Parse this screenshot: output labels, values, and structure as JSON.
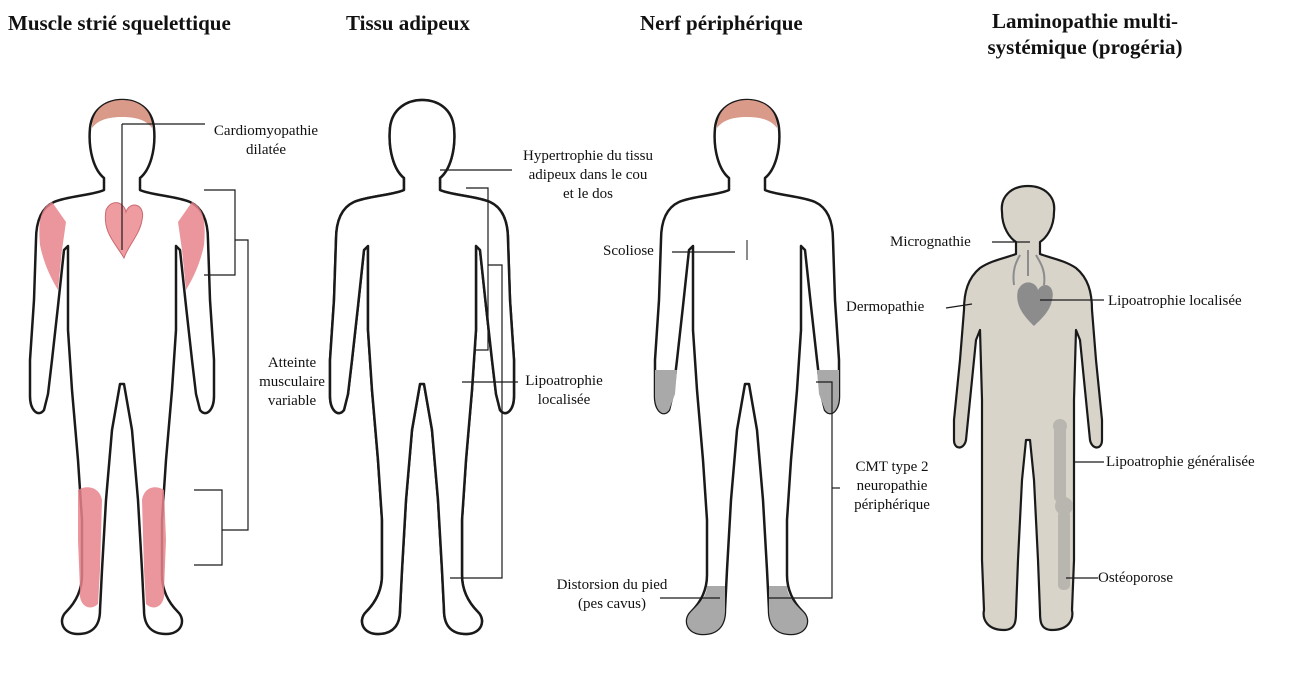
{
  "colors": {
    "skin": "#d99a8a",
    "muscle": "#e8848c",
    "fat": "#d6d4cb",
    "nerve": "#a9a9a9",
    "progeria_body": "#d8d4ca",
    "progeria_dark": "#8c8c8c",
    "outline": "#1a1a1a"
  },
  "panels": [
    {
      "title": "Muscle strié squelettique",
      "labels": {
        "cardio": [
          "Cardiomyopathie",
          "dilatée"
        ],
        "muscle": [
          "Atteinte",
          "musculaire",
          "variable"
        ]
      }
    },
    {
      "title": "Tissu adipeux",
      "labels": {
        "hypertrophy": [
          "Hypertrophie du tissu",
          "adipeux dans le cou",
          "et le dos"
        ],
        "lipo": [
          "Lipoatrophie",
          "localisée"
        ]
      }
    },
    {
      "title": "Nerf périphérique",
      "labels": {
        "scoliose": "Scoliose",
        "cmt": [
          "CMT type 2",
          "neuropathie",
          "périphérique"
        ],
        "pied": [
          "Distorsion du pied",
          "(pes cavus)"
        ]
      }
    },
    {
      "title": [
        "Laminopathie multi-",
        "systémique (progéria)"
      ],
      "labels": {
        "micro": "Micrognathie",
        "dermo": "Dermopathie",
        "lipo_loc": "Lipoatrophie localisée",
        "lipo_gen": "Lipoatrophie généralisée",
        "osteo": "Ostéoporose"
      }
    }
  ]
}
